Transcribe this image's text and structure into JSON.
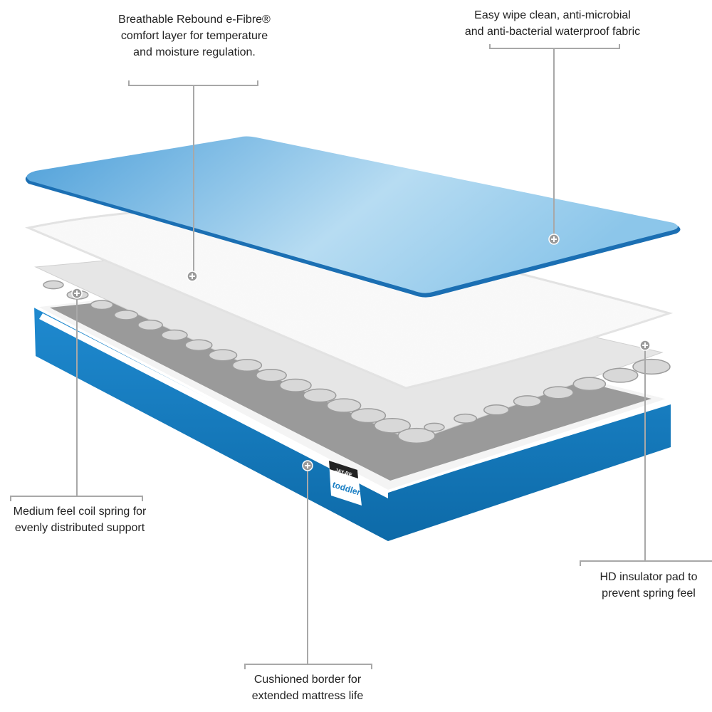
{
  "callouts": {
    "comfort_layer": {
      "lines": [
        "Breathable Rebound e-Fibre®",
        "comfort layer for temperature",
        "and moisture regulation."
      ]
    },
    "fabric": {
      "lines": [
        "Easy wipe clean, anti-microbial",
        "and anti-bacterial waterproof fabric"
      ]
    },
    "coil_spring": {
      "lines": [
        "Medium feel coil spring for",
        "evenly distributed support"
      ]
    },
    "insulator_pad": {
      "lines": [
        "HD insulator pad to",
        "prevent spring feel"
      ]
    },
    "border": {
      "lines": [
        "Cushioned border for",
        "extended mattress life"
      ]
    }
  },
  "label": {
    "brand": "JAY-BE",
    "product": "toddler"
  },
  "colors": {
    "fabric_blue": "#5aaee0",
    "border_blue": "#1a7fc4",
    "line_grey": "#a8a8a8"
  }
}
